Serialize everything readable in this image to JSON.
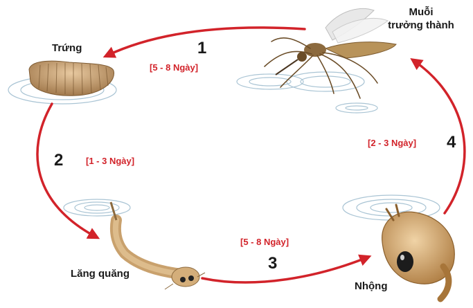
{
  "stages": {
    "egg": "Trứng",
    "larva": "Lăng quăng",
    "pupa": "Nhộng",
    "adult_line1": "Muỗi",
    "adult_line2": "trưởng thành"
  },
  "steps": [
    {
      "number": "1",
      "duration": "[5 - 8 Ngày]"
    },
    {
      "number": "2",
      "duration": "[1 - 3 Ngày]"
    },
    {
      "number": "3",
      "duration": "[5 - 8 Ngày]"
    },
    {
      "number": "4",
      "duration": "[2 - 3 Ngày]"
    }
  ],
  "colors": {
    "arrow": "#d2232a",
    "duration_text": "#d2232a",
    "label_text": "#1a1a1a",
    "ripple": "#a9c4d4",
    "body": "#c9a16d"
  },
  "icons": [
    "egg-raft-icon",
    "larva-icon",
    "pupa-icon",
    "adult-mosquito-icon"
  ]
}
